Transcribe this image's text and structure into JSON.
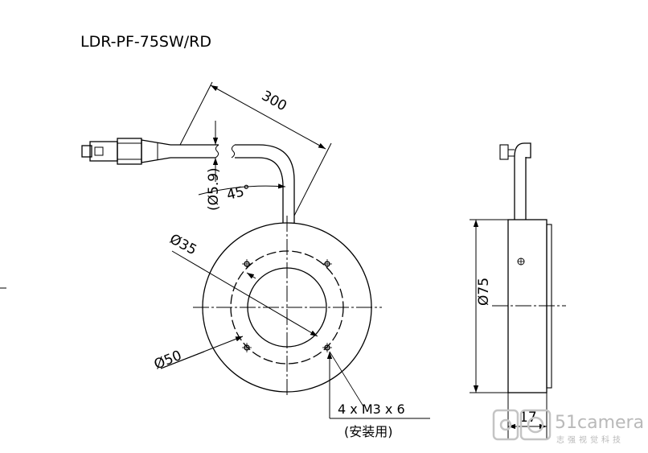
{
  "title": "LDR-PF-75SW/RD",
  "dimensions": {
    "cable_length": "300",
    "cable_diameter": "(Ø5.9)",
    "cable_angle": "45°",
    "inner_circle": "Ø35",
    "mount_circle": "Ø50",
    "outer_diameter": "Ø75",
    "thickness": "17"
  },
  "notes": {
    "screw_spec": "4 x M3 x 6",
    "screw_purpose": "(安装用)"
  },
  "watermark": {
    "brand": "51camera",
    "tagline": "志强视觉科技"
  }
}
